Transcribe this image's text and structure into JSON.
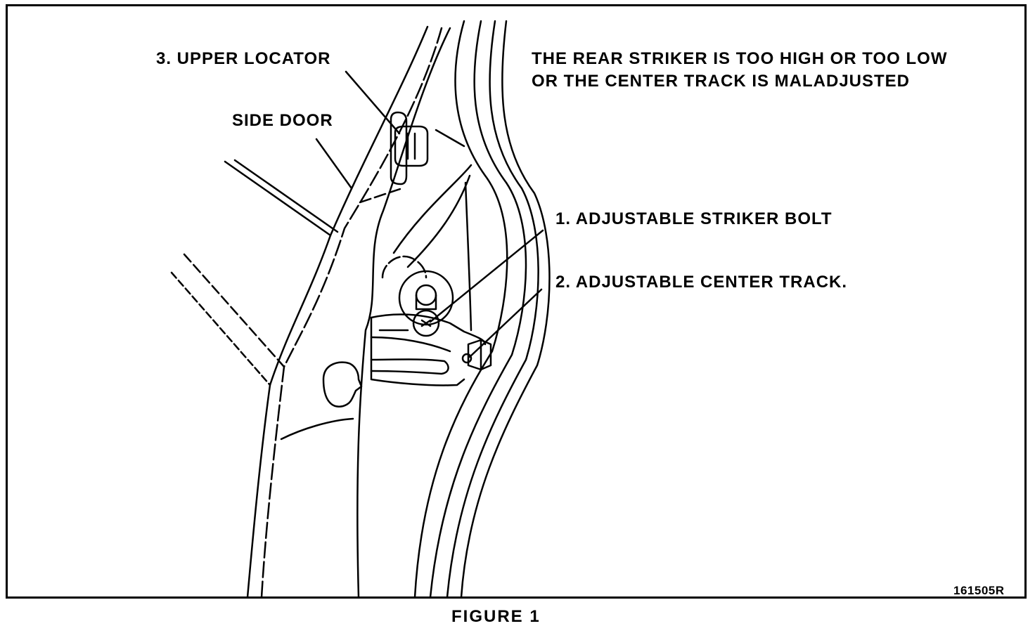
{
  "labels": {
    "upper_locator": "3. UPPER LOCATOR",
    "side_door": "SIDE DOOR",
    "striker_bolt": "1.  ADJUSTABLE STRIKER BOLT",
    "center_track": "2.  ADJUSTABLE CENTER TRACK."
  },
  "note": {
    "line1": "THE REAR STRIKER IS TOO HIGH OR TOO LOW",
    "line2": "OR THE CENTER TRACK IS MALADJUSTED"
  },
  "figure_code": "161505R",
  "caption": "FIGURE 1",
  "colors": {
    "ink": "#000000",
    "paper": "#ffffff"
  }
}
